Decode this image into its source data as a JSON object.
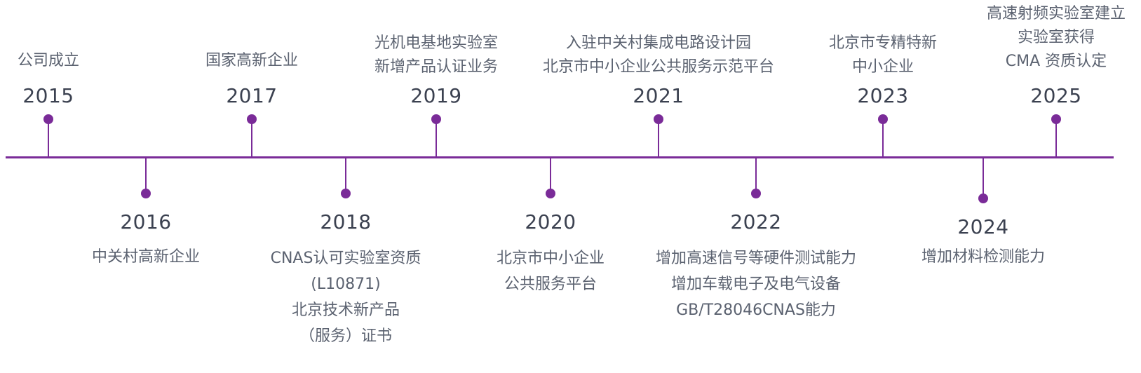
{
  "colors": {
    "accent": "#7a2b98",
    "year_text": "#3b4150",
    "desc_text": "#5b6270"
  },
  "events": [
    {
      "year": "2015",
      "lines": [
        "公司成立"
      ]
    },
    {
      "year": "2016",
      "lines": [
        "中关村高新企业"
      ]
    },
    {
      "year": "2017",
      "lines": [
        "国家高新企业"
      ]
    },
    {
      "year": "2018",
      "lines": [
        "CNAS认可实验室资质",
        "(L10871)",
        "北京技术新产品",
        "（服务）证书"
      ]
    },
    {
      "year": "2019",
      "lines": [
        "光机电基地实验室",
        "新增产品认证业务"
      ]
    },
    {
      "year": "2020",
      "lines": [
        "北京市中小企业",
        "公共服务平台"
      ]
    },
    {
      "year": "2021",
      "lines": [
        "入驻中关村集成电路设计园",
        "北京市中小企业公共服务示范平台"
      ]
    },
    {
      "year": "2022",
      "lines": [
        "增加高速信号等硬件测试能力",
        "增加车载电子及电气设备",
        "GB/T28046CNAS能力"
      ]
    },
    {
      "year": "2023",
      "lines": [
        "北京市专精特新",
        "中小企业"
      ]
    },
    {
      "year": "2024",
      "lines": [
        "增加材料检测能力"
      ]
    },
    {
      "year": "2025",
      "lines": [
        "高速射频实验室建立",
        "实验室获得",
        "CMA 资质认定"
      ]
    }
  ]
}
